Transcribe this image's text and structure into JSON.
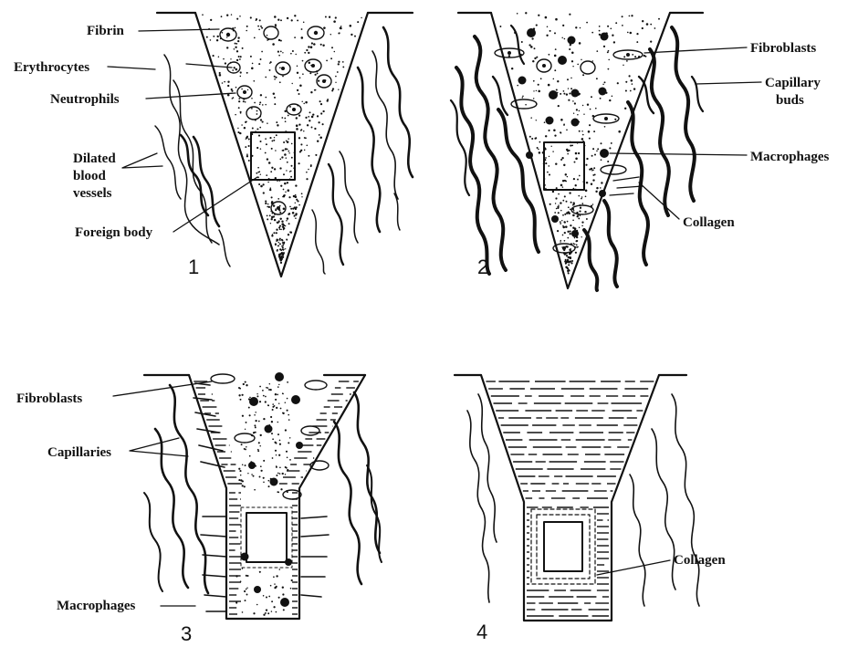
{
  "panels": [
    {
      "number": "1",
      "labels": [
        "Fibrin",
        "Erythrocytes",
        "Neutrophils",
        "Dilated",
        "blood",
        "vessels",
        "Foreign body"
      ]
    },
    {
      "number": "2",
      "labels": [
        "Fibroblasts",
        "Capillary",
        "buds",
        "Macrophages",
        "Collagen"
      ]
    },
    {
      "number": "3",
      "labels": [
        "Fibroblasts",
        "Capillaries",
        "Macrophages"
      ]
    },
    {
      "number": "4",
      "labels": [
        "Collagen"
      ]
    }
  ],
  "colors": {
    "ink": "#111111",
    "background": "#ffffff"
  }
}
